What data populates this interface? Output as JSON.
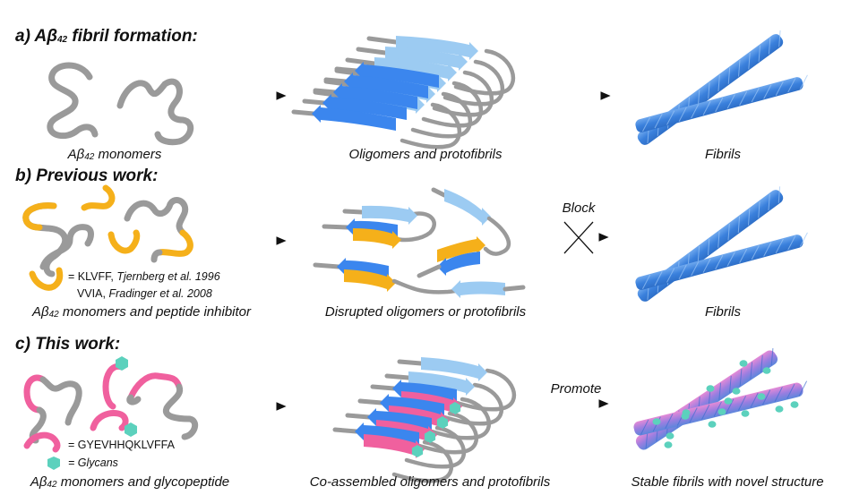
{
  "colors": {
    "peptide_gray": "#9a9a9a",
    "inhibitor_orange": "#f5b01a",
    "glycopeptide_pink": "#f0609e",
    "glycan_teal": "#5cd1bd",
    "strand_dark_blue": "#3b86ee",
    "strand_light_blue": "#9ccbf2",
    "fibril_blue": "#3e86dd",
    "fibril_pink": "#e070c8",
    "arrow_black": "#111111"
  },
  "panels": [
    {
      "id": "a",
      "heading_prefix": "a) Aβ",
      "heading_sub": "42",
      "heading_suffix": " fibril formation:",
      "stages": [
        {
          "caption_prefix": "Aβ",
          "caption_sub": "42",
          "caption_suffix": " monomers"
        },
        {
          "caption": "Oligomers and protofibrils"
        },
        {
          "caption": "Fibrils"
        }
      ]
    },
    {
      "id": "b",
      "heading": "b) Previous work:",
      "legend": {
        "line1_seq": "= KLVFF, ",
        "line1_ref": "Tjernberg et al. 1996",
        "line2_seq": "VVIA, ",
        "line2_ref": "Fradinger et al. 2008"
      },
      "stages": [
        {
          "caption_prefix": "Aβ",
          "caption_sub": "42",
          "caption_suffix": " monomers and peptide inhibitor"
        },
        {
          "caption": "Disrupted oligomers or protofibrils"
        },
        {
          "caption": "Fibrils"
        }
      ],
      "arrow_label": "Block",
      "arrow_blocked": true
    },
    {
      "id": "c",
      "heading": "c) This work:",
      "legend": {
        "line1": "= GYEVHHQKLVFFA",
        "line2": "= Glycans"
      },
      "stages": [
        {
          "caption_prefix": "Aβ",
          "caption_sub": "42",
          "caption_suffix": " monomers and glycopeptide"
        },
        {
          "caption": "Co-assembled oligomers and protofibrils"
        },
        {
          "caption": "Stable fibrils with novel structure"
        }
      ],
      "arrow_label": "Promote",
      "arrow_blocked": false
    }
  ]
}
